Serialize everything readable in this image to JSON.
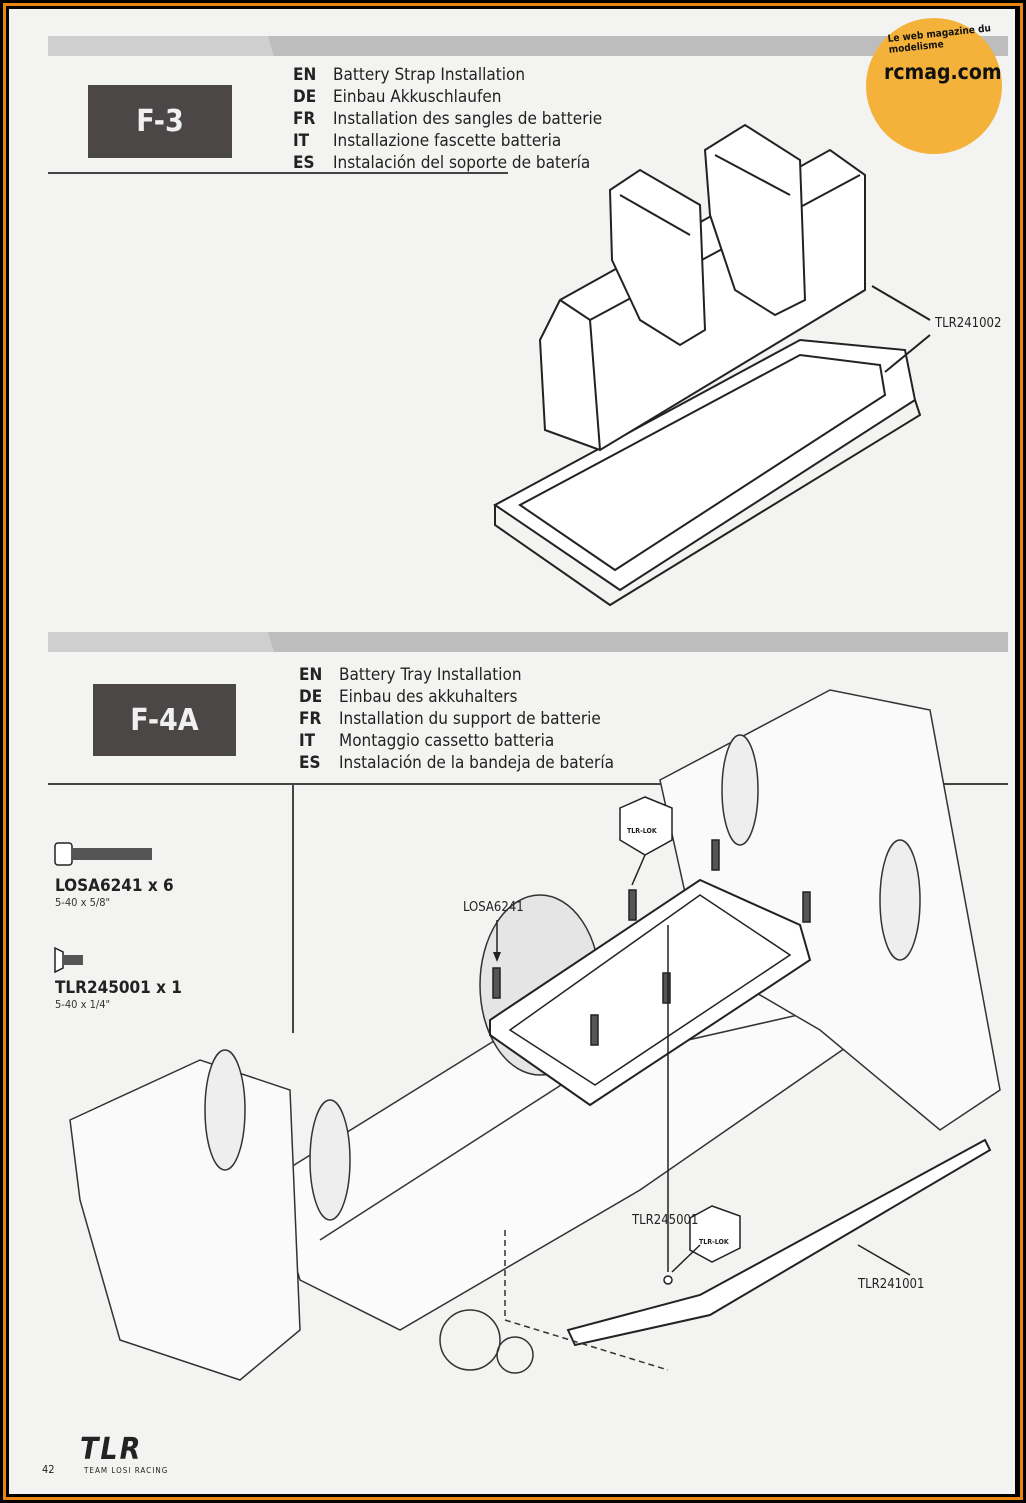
{
  "watermark": {
    "tagline": "Le web magazine du modelisme",
    "site": "rcmag.com"
  },
  "steps": [
    {
      "id": "F-3",
      "titles": [
        {
          "code": "EN",
          "text": "Battery Strap Installation"
        },
        {
          "code": "DE",
          "text": "Einbau Akkuschlaufen"
        },
        {
          "code": "FR",
          "text": "Installation des sangles de batterie"
        },
        {
          "code": "IT",
          "text": "Installazione fascette batteria"
        },
        {
          "code": "ES",
          "text": "Instalación del soporte de batería"
        }
      ],
      "callouts": [
        "TLR241002"
      ]
    },
    {
      "id": "F-4A",
      "titles": [
        {
          "code": "EN",
          "text": "Battery Tray Installation"
        },
        {
          "code": "DE",
          "text": "Einbau des akkuhalters"
        },
        {
          "code": "FR",
          "text": "Installation du support de batterie"
        },
        {
          "code": "IT",
          "text": "Montaggio cassetto batteria"
        },
        {
          "code": "ES",
          "text": "Instalación de la bandeja de batería"
        }
      ],
      "parts": [
        {
          "number": "LOSA6241 x 6",
          "size": "5-40 x 5/8\""
        },
        {
          "number": "TLR245001 x 1",
          "size": "5-40 x 1/4\""
        }
      ],
      "callouts": [
        "LOSA6241",
        "TLR245001",
        "TLR241001"
      ],
      "thread_lock_label": "TLR-LOK"
    }
  ],
  "footer": {
    "page_number": "42",
    "logo": "TLR",
    "brand": "TEAM LOSI RACING"
  }
}
